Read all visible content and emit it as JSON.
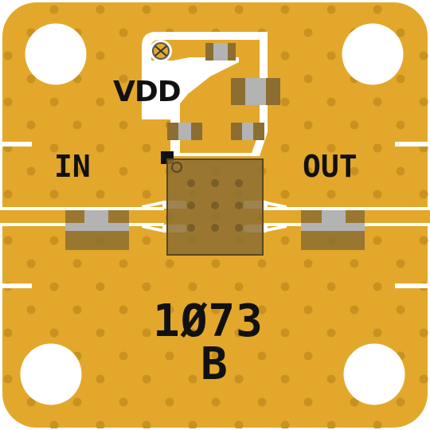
{
  "board": {
    "part_number": "1Ø73",
    "revision": "B",
    "supply_label": "VDD",
    "input_label": "IN",
    "output_label": "OUT"
  },
  "colors": {
    "gold": "#e3a82b",
    "gold_dark": "#c98d1a",
    "via": "#c8901e",
    "component": "#8c6e33",
    "component_pad": "#b3b3b3",
    "silkscreen": "#111111",
    "background": "#ffffff"
  },
  "icons": {
    "ground_symbol": "ground-icon",
    "pin1_marker": "pin1-marker"
  }
}
